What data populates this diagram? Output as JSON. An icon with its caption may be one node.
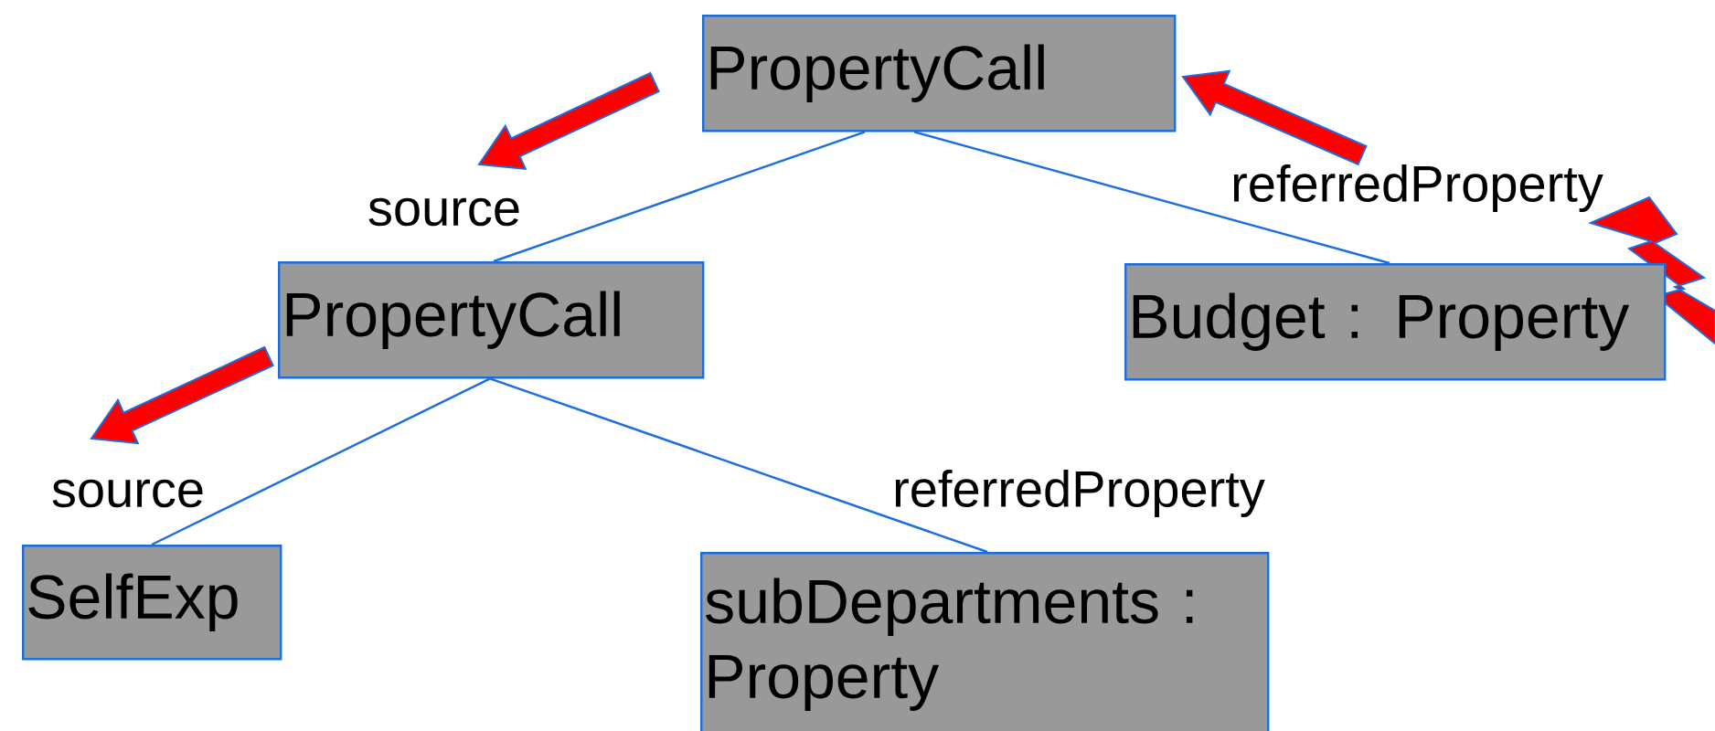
{
  "diagram": {
    "nodes": [
      {
        "text": [
          "PropertyCall"
        ]
      },
      {
        "text": [
          "PropertyCall"
        ]
      },
      {
        "text": [
          "Budget : Property"
        ]
      },
      {
        "text": [
          "SelfExp"
        ]
      },
      {
        "text": [
          "subDepartments : Property"
        ]
      }
    ],
    "edges": [
      {
        "from": 0,
        "to": 1,
        "arrow": "none",
        "label": "source"
      },
      {
        "from": 0,
        "to": 2,
        "arrow": "none",
        "label": "referredProperty"
      },
      {
        "from": 1,
        "to": 3,
        "arrow": "none",
        "label": "source"
      },
      {
        "from": 1,
        "to": 4,
        "arrow": "none",
        "label": "referredProperty"
      }
    ]
  }
}
